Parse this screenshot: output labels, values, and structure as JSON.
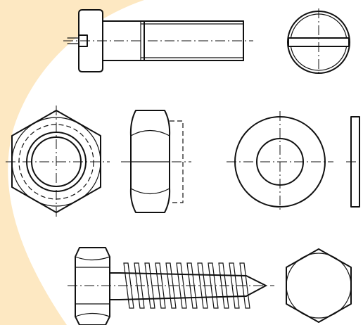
{
  "figure": {
    "background_color": "#ffffff",
    "accent_color": "#fde8c2",
    "line_color": "#111111",
    "parts": [
      {
        "id": "slotted-cheese-head-screw",
        "views": [
          "side",
          "end"
        ]
      },
      {
        "id": "hex-nut",
        "views": [
          "top",
          "side"
        ]
      },
      {
        "id": "flat-washer",
        "views": [
          "top",
          "edge"
        ]
      },
      {
        "id": "hex-head-tapping-screw",
        "views": [
          "side",
          "top"
        ]
      }
    ]
  }
}
